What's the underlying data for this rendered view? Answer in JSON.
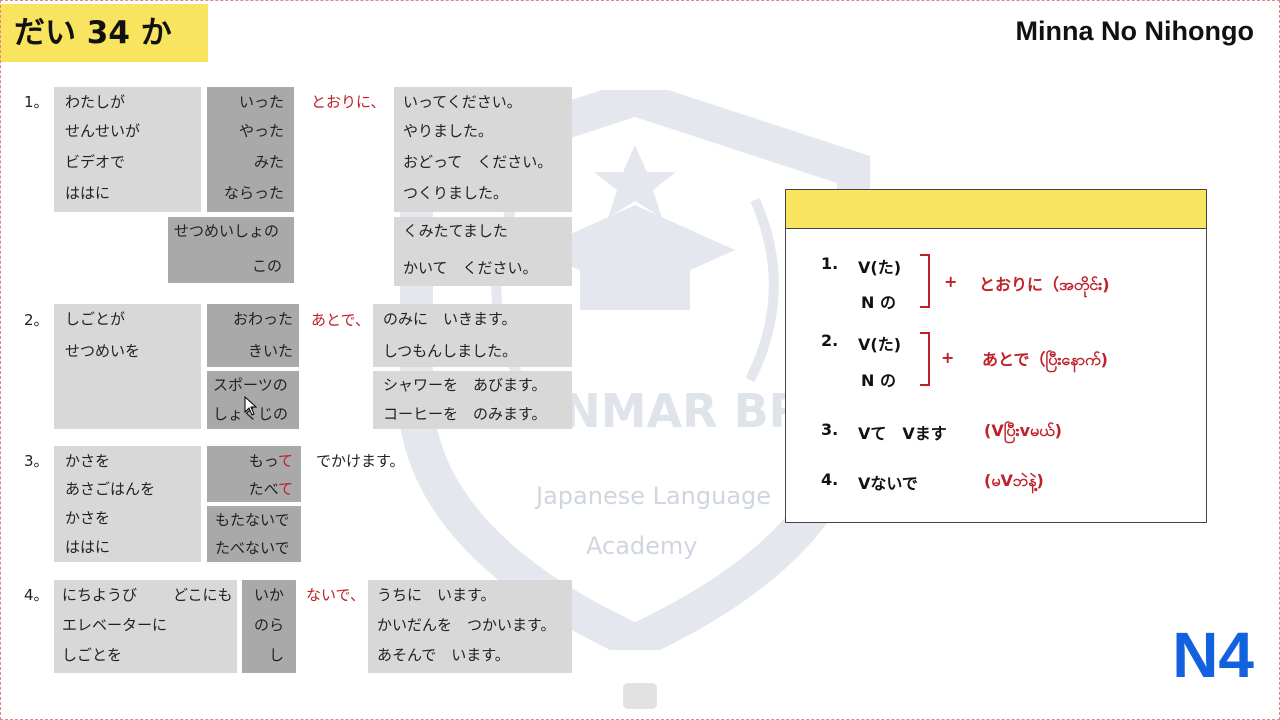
{
  "header": {
    "lesson": "だい 34 か",
    "course": "Minna No Nihongo"
  },
  "watermark": {
    "brand": "MYANMAR BRIDGE",
    "line1": "Japanese Language",
    "line2": "Academy"
  },
  "s1": {
    "num": "1。",
    "subjects": [
      "わたしが",
      "せんせいが",
      "ビデオで",
      "ははに"
    ],
    "verbs": [
      "いった",
      "やった",
      "みた",
      "ならった"
    ],
    "marker": "とおりに、",
    "results": [
      "いってください。",
      "やりました。",
      "おどって　ください。",
      "つくりました。"
    ],
    "nouns": [
      "せつめいしょの",
      "この"
    ],
    "results2": [
      "くみたてました",
      "かいて　ください。"
    ]
  },
  "s2": {
    "num": "2。",
    "subjects": [
      "しごとが",
      "せつめいを"
    ],
    "verbs": [
      "おわった",
      "きいた"
    ],
    "marker": "あとで、",
    "results": [
      "のみに　いきます。",
      "しつもんしました。"
    ],
    "nouns": [
      "スポーツの",
      "しょくじの"
    ],
    "results2": [
      "シャワーを　あびます。",
      "コーヒーを　のみます。"
    ]
  },
  "s3": {
    "num": "3。",
    "subjects": [
      "かさを",
      "あさごはんを",
      "かさを",
      "ははに"
    ],
    "te": [
      {
        "stem": "もっ",
        "end": "て"
      },
      {
        "stem": "たべ",
        "end": "て"
      }
    ],
    "result": "でかけます。",
    "neg": [
      "もたないで",
      "たべないで"
    ]
  },
  "s4": {
    "num": "4。",
    "subjects": [
      "にちようび",
      "エレベーターに",
      "しごとを"
    ],
    "extra": "どこにも",
    "verbs": [
      "いか",
      "のら",
      "し"
    ],
    "marker": "ないで、",
    "results": [
      "うちに　います。",
      "かいだんを　つかいます。",
      "あそんで　います。"
    ]
  },
  "rules": [
    {
      "num": "1.",
      "forms": [
        "V(た)",
        "N の"
      ],
      "plus": "+",
      "pattern": "とおりに（အတိုင်း)"
    },
    {
      "num": "2.",
      "forms": [
        "V(た)",
        "N の"
      ],
      "plus": "+",
      "pattern": "あとで（ပြီးနောက်)"
    },
    {
      "num": "3.",
      "form": "Vて　Vます",
      "meaning": "(Vပြီးvမယ်)"
    },
    {
      "num": "4.",
      "form": "Vないで",
      "meaning": "(မVဘဲနဲ့)"
    }
  ],
  "level": "N4",
  "colors": {
    "accent_yellow": "#f9e45f",
    "red": "#c0202a",
    "blue": "#1262e0"
  }
}
